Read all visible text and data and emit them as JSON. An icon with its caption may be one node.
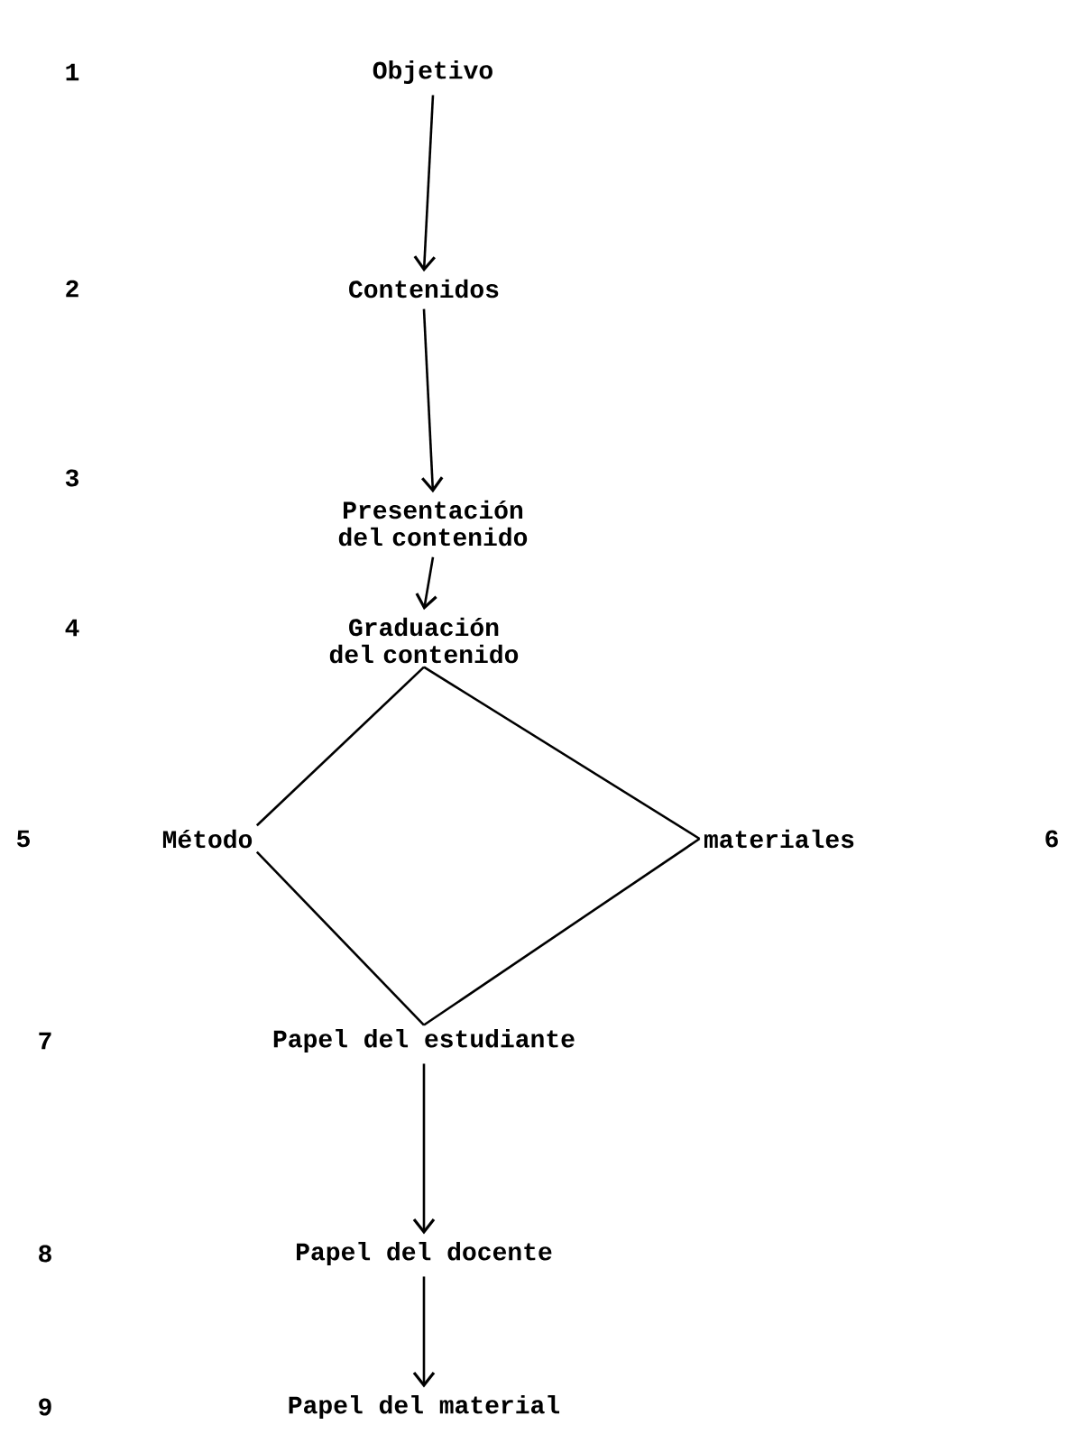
{
  "diagram": {
    "nodes": [
      {
        "text": [
          "Objetivo"
        ]
      },
      {
        "text": [
          "Contenidos"
        ]
      },
      {
        "text": [
          "Presentación del contenido"
        ]
      },
      {
        "text": [
          "Graduación del contenido"
        ]
      },
      {
        "text": [
          "Método"
        ]
      },
      {
        "text": [
          "materiales"
        ]
      },
      {
        "text": [
          "Papel del estudiante"
        ]
      },
      {
        "text": [
          "Papel del docente"
        ]
      },
      {
        "text": [
          "Papel del material"
        ]
      }
    ],
    "edges": [
      {
        "from": 0,
        "to": 1,
        "arrow": "to"
      },
      {
        "from": 1,
        "to": 2,
        "arrow": "to"
      },
      {
        "from": 2,
        "to": 3,
        "arrow": "to"
      },
      {
        "from": 3,
        "to": 4,
        "arrow": "none"
      },
      {
        "from": 3,
        "to": 5,
        "arrow": "none"
      },
      {
        "from": 4,
        "to": 6,
        "arrow": "none"
      },
      {
        "from": 5,
        "to": 6,
        "arrow": "none"
      },
      {
        "from": 6,
        "to": 7,
        "arrow": "to"
      },
      {
        "from": 7,
        "to": 8,
        "arrow": "to"
      }
    ],
    "labels": [
      "1",
      "2",
      "3",
      "4",
      "5",
      "6",
      "7",
      "8",
      "9"
    ]
  }
}
